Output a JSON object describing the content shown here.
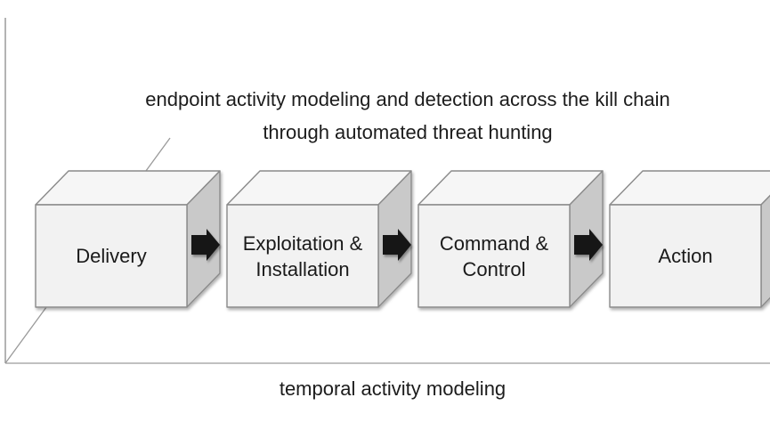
{
  "title": {
    "line1": "endpoint activity modeling and detection across the kill chain",
    "line2": "through automated threat hunting"
  },
  "x_axis_label": "temporal activity modeling",
  "stages": [
    {
      "label": "Delivery"
    },
    {
      "label": "Exploitation & Installation"
    },
    {
      "label": "Command & Control"
    },
    {
      "label": "Action"
    }
  ],
  "colors": {
    "background": "#ffffff",
    "box_front": "#f2f2f2",
    "box_top": "#f6f6f6",
    "box_side": "#c9c9c9",
    "box_border": "#8a8a8a",
    "arrow": "#141414",
    "axis_line": "#9a9a9a",
    "text": "#1c1c1c"
  }
}
